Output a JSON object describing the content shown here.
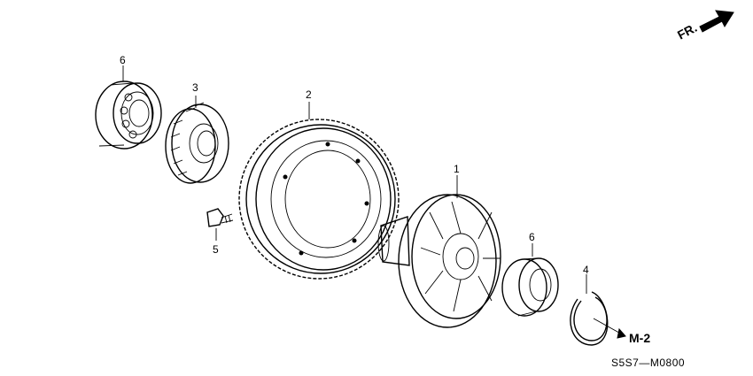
{
  "orientation": {
    "label": "FR."
  },
  "callouts": [
    {
      "id": "1",
      "text": "1"
    },
    {
      "id": "2",
      "text": "2"
    },
    {
      "id": "3",
      "text": "3"
    },
    {
      "id": "4",
      "text": "4"
    },
    {
      "id": "5",
      "text": "5"
    },
    {
      "id": "6a",
      "text": "6"
    },
    {
      "id": "6b",
      "text": "6"
    }
  ],
  "reference": {
    "text": "M-2"
  },
  "diagram_code": {
    "text": "S5S7—M0800"
  }
}
